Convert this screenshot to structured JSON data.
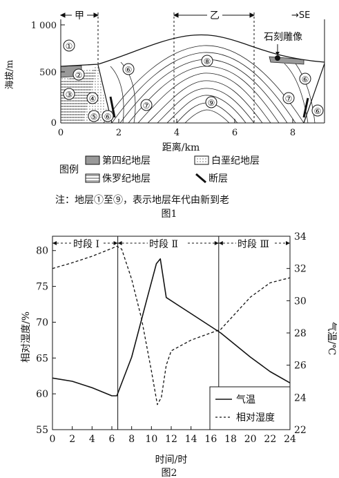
{
  "figure1": {
    "caption": "图1",
    "y_axis_label": "海拔/m",
    "x_axis_label": "距离/km",
    "y_ticks": [
      "1 000",
      "500",
      "0"
    ],
    "x_ticks": [
      "0",
      "2",
      "4",
      "6",
      "8"
    ],
    "direction": "→SE",
    "region_jia": "甲",
    "region_yi": "乙",
    "statue_label": "石刻雕像",
    "layer_labels": [
      {
        "id": "L1",
        "text": "①"
      },
      {
        "id": "L2",
        "text": "②"
      },
      {
        "id": "L3",
        "text": "③"
      },
      {
        "id": "L4",
        "text": "④"
      },
      {
        "id": "L5",
        "text": "⑤"
      },
      {
        "id": "L6a",
        "text": "⑥"
      },
      {
        "id": "L6b",
        "text": "⑥"
      },
      {
        "id": "L6c",
        "text": "⑥"
      },
      {
        "id": "L6d",
        "text": "⑥"
      },
      {
        "id": "L7a",
        "text": "⑦"
      },
      {
        "id": "L7b",
        "text": "⑦"
      },
      {
        "id": "L8",
        "text": "⑧"
      },
      {
        "id": "L9",
        "text": "⑨"
      }
    ],
    "legend": {
      "title": "图例",
      "quaternary": "第四纪地层",
      "cretaceous": "白垩纪地层",
      "jurassic": "侏罗纪地层",
      "fault": "断层"
    },
    "note": "注：地层①至⑨，表示地层年代由新到老"
  },
  "figure2": {
    "caption": "图2",
    "left_axis_label": "相对湿度/%",
    "right_axis_label": "气温/℃",
    "x_axis_label": "时间/时",
    "period_1": "时段 Ⅰ",
    "period_2": "时段 Ⅱ",
    "period_3": "时段 Ⅲ",
    "legend_temp": "气温",
    "legend_humidity": "相对湿度"
  },
  "chart_data": {
    "type": "line",
    "x": [
      0,
      2,
      4,
      6,
      6.5,
      8,
      10,
      10.8,
      11.5,
      14,
      17,
      20,
      22,
      24
    ],
    "xlim": [
      0,
      24
    ],
    "xticks": [
      0,
      2,
      4,
      6,
      8,
      10,
      12,
      14,
      16,
      18,
      20,
      22,
      24
    ],
    "left_ylim": [
      55,
      82
    ],
    "left_yticks": [
      55,
      60,
      65,
      70,
      75,
      80
    ],
    "right_ylim": [
      22,
      34
    ],
    "right_yticks": [
      22,
      24,
      26,
      28,
      30,
      32,
      34
    ],
    "period_boundaries": [
      6.6,
      16.8
    ],
    "series": [
      {
        "name": "气温",
        "axis": "right",
        "style": "solid",
        "x": [
          0,
          2,
          4,
          6,
          6.5,
          8,
          9.5,
          10.5,
          10.9,
          11.5,
          14,
          17,
          20,
          22,
          24
        ],
        "y": [
          25.2,
          25,
          24.6,
          24.1,
          24.1,
          26.5,
          30,
          32.3,
          32.6,
          30.2,
          29.2,
          28,
          26.5,
          25.6,
          24.9
        ]
      },
      {
        "name": "相对湿度",
        "axis": "left",
        "style": "dashed",
        "x": [
          0,
          2,
          4,
          6,
          6.5,
          7,
          8,
          9,
          10,
          10.6,
          11,
          11.5,
          12,
          14,
          16,
          17,
          18,
          20,
          22,
          24
        ],
        "y": [
          77.5,
          78.3,
          79.2,
          80.3,
          80.6,
          80.2,
          76,
          70.5,
          63.2,
          58.5,
          59.5,
          64,
          66,
          67.5,
          68.5,
          69,
          70.5,
          73.5,
          75.5,
          76.2
        ]
      }
    ]
  }
}
